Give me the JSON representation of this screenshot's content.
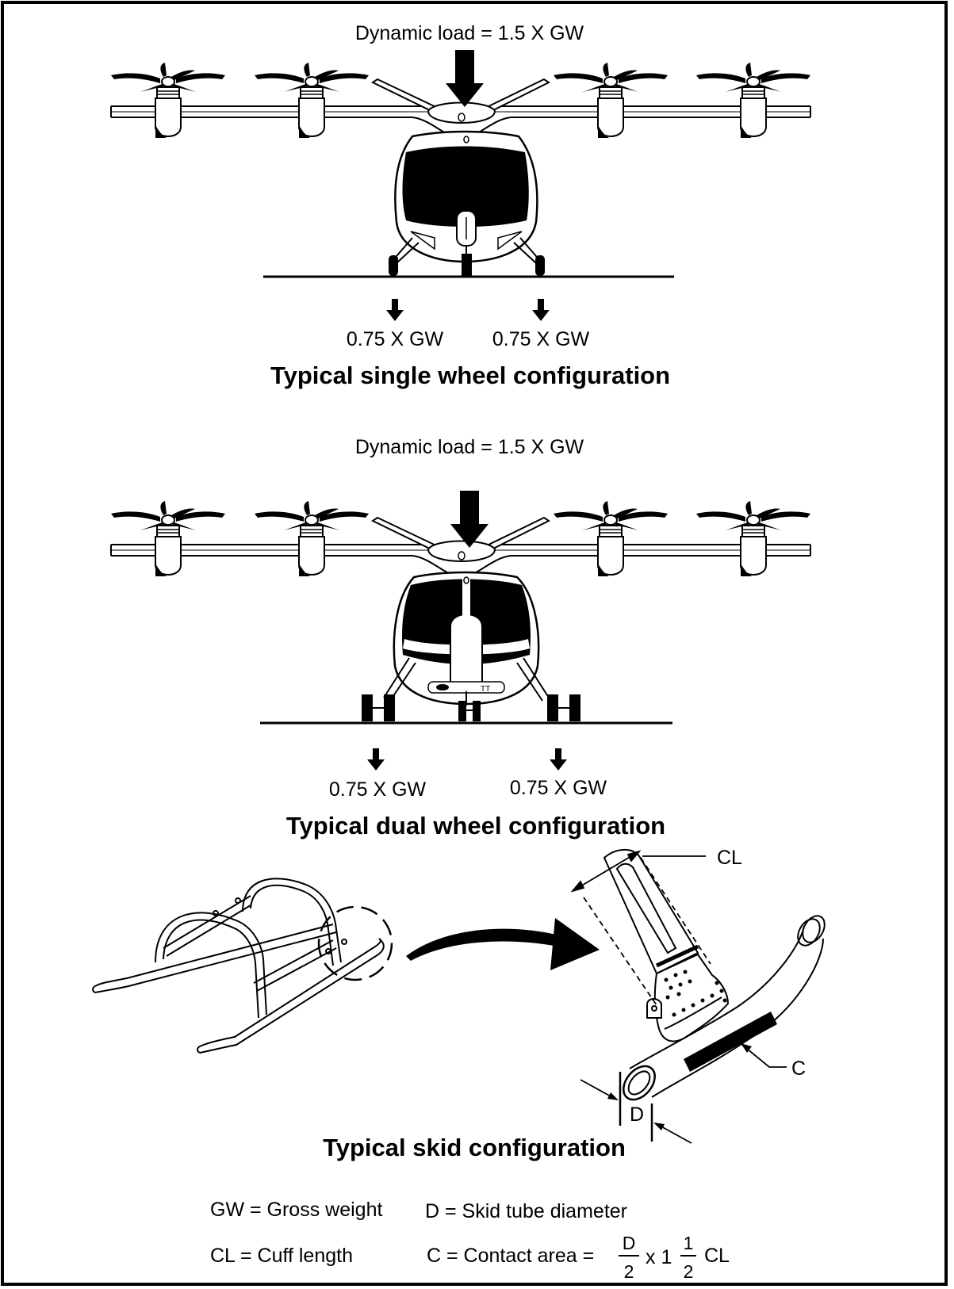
{
  "single_wheel": {
    "dynamic_load_label": "Dynamic load = 1.5 X GW",
    "left_load": "0.75 X GW",
    "right_load": "0.75 X GW",
    "caption": "Typical single wheel configuration"
  },
  "dual_wheel": {
    "dynamic_load_label": "Dynamic load = 1.5 X GW",
    "left_load": "0.75 X GW",
    "right_load": "0.75 X GW",
    "caption": "Typical dual wheel configuration"
  },
  "skid": {
    "cl_label": "CL",
    "c_label": "C",
    "d_label": "D",
    "caption": "Typical skid configuration"
  },
  "legend": {
    "gw": "GW = Gross weight",
    "d": "D = Skid tube diameter",
    "cl": "CL = Cuff length",
    "c_prefix": "C = Contact area =",
    "frac_num": "D",
    "frac_den": "2",
    "times": "x 1",
    "half_num": "1",
    "half_den": "2",
    "c_suffix": "CL"
  }
}
